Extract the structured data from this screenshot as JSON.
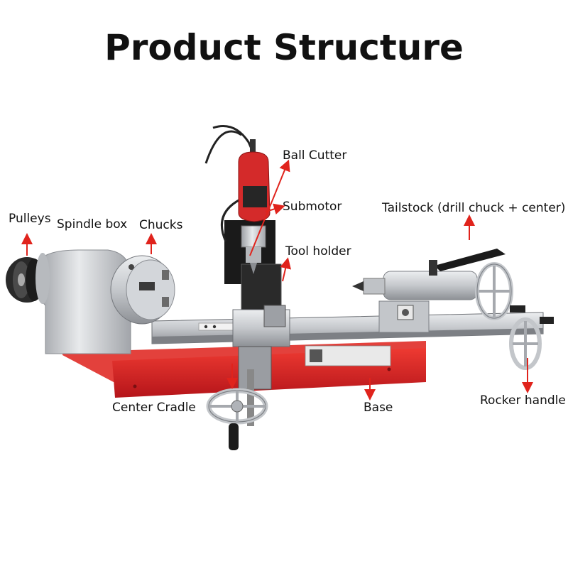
{
  "title": "Product Structure",
  "labels": {
    "pulleys": "Pulleys",
    "spindle_box": "Spindle box",
    "chucks": "Chucks",
    "ball_cutter": "Ball Cutter",
    "submotor": "Submotor",
    "tool_holder": "Tool holder",
    "tailstock": "Tailstock (drill chuck + center)",
    "center_cradle": "Center Cradle",
    "base": "Base",
    "rocker_handle": "Rocker handle"
  },
  "colors": {
    "arrow": "#e0231c",
    "base_red": "#d91f1f",
    "metal": "#c9ccd1",
    "dark": "#1e1e1e"
  }
}
